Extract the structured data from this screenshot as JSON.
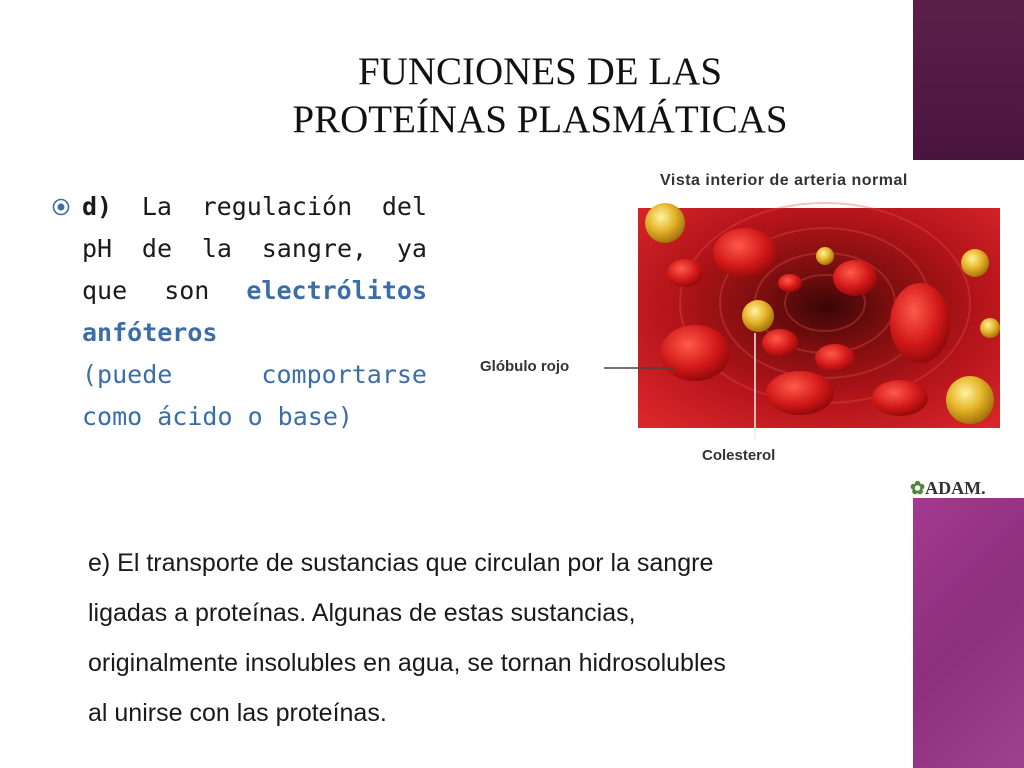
{
  "slide": {
    "title_line1": "FUNCIONES DE LAS",
    "title_line2": "PROTEÍNAS PLASMÁTICAS"
  },
  "left": {
    "item_marker": "d)",
    "w1": "La",
    "w2": "regulación",
    "w3": "del",
    "w4": "pH",
    "w5": "de",
    "w6": "la",
    "w7": "sangre,",
    "w8": "ya",
    "w9": "que",
    "w10": "son",
    "w11": "electrólitos",
    "w12": "anfóteros",
    "w13": "(puede",
    "w14": "comportarse",
    "w15": "como ácido o base)"
  },
  "figure": {
    "title": "Vista interior de arteria normal",
    "label_red": "Glóbulo rojo",
    "label_chol": "Colesterol",
    "logo": "ADAM."
  },
  "bottom": {
    "line1": "e) El transporte de sustancias que circulan por la sangre",
    "line2": "ligadas a proteínas. Algunas de estas sustancias,",
    "line3": "originalmente insolubles en agua, se tornan hidrosolubles",
    "line4": "al unirse con las proteínas."
  },
  "colors": {
    "accent_blue": "#3b6ea8",
    "bar_dark": "#4a1440",
    "bar_magenta": "#a33a8f"
  },
  "icons": {
    "bullet": "circled-dot-icon"
  }
}
